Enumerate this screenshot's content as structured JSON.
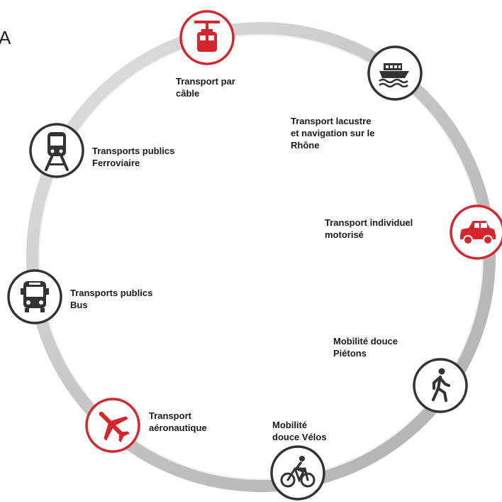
{
  "corner_mark": "A",
  "colors": {
    "accent": "#d4262c",
    "dark": "#333333",
    "ring": "#cfcfcf"
  },
  "nodes": [
    {
      "id": "cable",
      "icon": "cable-car-icon",
      "accent": true,
      "label": "Transport  par\ncâble"
    },
    {
      "id": "lake",
      "icon": "boat-icon",
      "accent": false,
      "label": "Transport lacustre\net navigation sur le\nRhône"
    },
    {
      "id": "car",
      "icon": "car-icon",
      "accent": true,
      "label": "Transport individuel\nmotorisé"
    },
    {
      "id": "walk",
      "icon": "pedestrian-icon",
      "accent": false,
      "label": "Mobilité  douce\nPiétons"
    },
    {
      "id": "bike",
      "icon": "bicycle-icon",
      "accent": false,
      "label": "Mobilité\ndouce  Vélos"
    },
    {
      "id": "plane",
      "icon": "airplane-icon",
      "accent": true,
      "label": "Transport\naéronautique"
    },
    {
      "id": "bus",
      "icon": "bus-icon",
      "accent": false,
      "label": "Transports publics\nBus"
    },
    {
      "id": "train",
      "icon": "train-icon",
      "accent": false,
      "label": "Transports publics\nFerroviaire"
    }
  ]
}
